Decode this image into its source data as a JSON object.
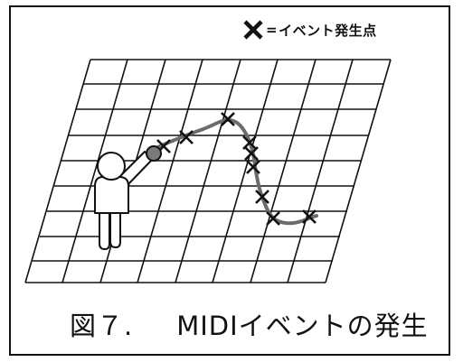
{
  "legend": {
    "marker_icon": "x-mark-icon",
    "equals": "=",
    "text": "イベント発生点"
  },
  "caption": {
    "number": "図７.",
    "title": "MIDIイベントの発生"
  },
  "colors": {
    "ink": "#111111",
    "path": "#6b6b6b",
    "hand_ball": "#7a7a7a",
    "background": "#ffffff"
  }
}
